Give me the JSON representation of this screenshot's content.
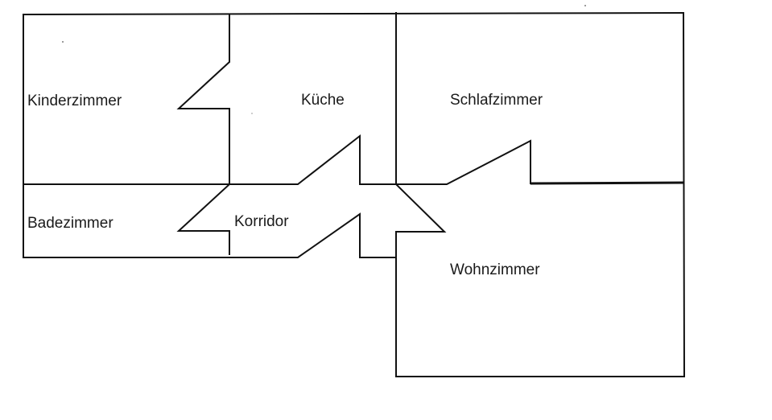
{
  "rooms": {
    "kinderzimmer": "Kinderzimmer",
    "kueche": "Küche",
    "schlafzimmer": "Schlafzimmer",
    "badezimmer": "Badezimmer",
    "korridor": "Korridor",
    "wohnzimmer": "Wohnzimmer"
  },
  "colors": {
    "line": "#111111",
    "background": "#ffffff",
    "text": "#1a1a1a"
  }
}
